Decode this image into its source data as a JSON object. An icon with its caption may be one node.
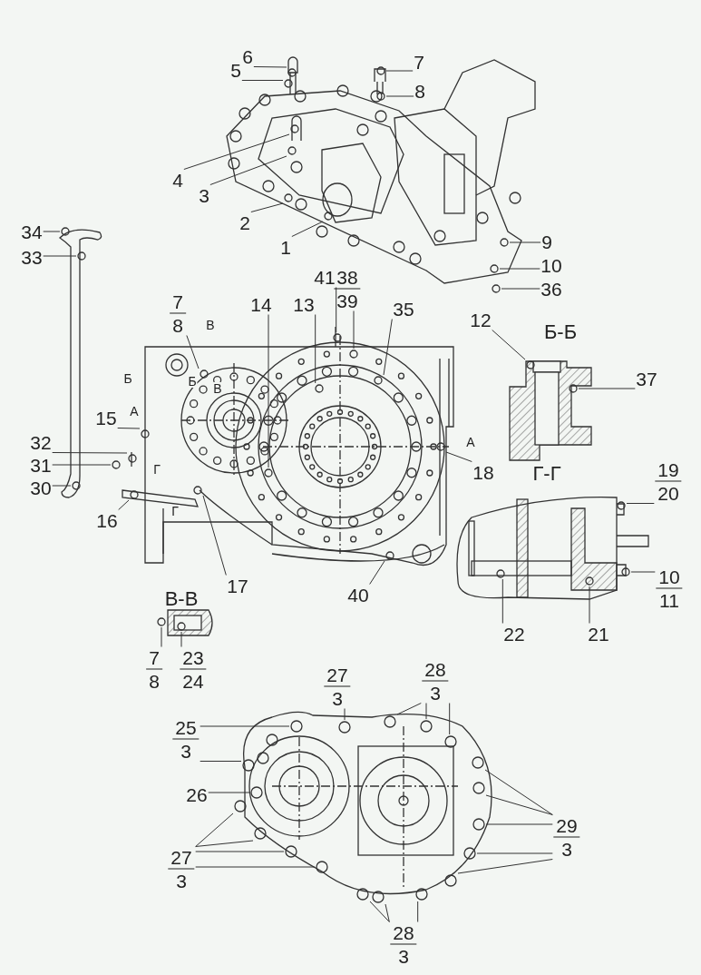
{
  "diagram": {
    "nodes": [
      {
        "text": [
          "6"
        ]
      },
      {
        "text": [
          "5"
        ]
      },
      {
        "text": [
          "7"
        ]
      },
      {
        "text": [
          "8"
        ]
      },
      {
        "text": [
          "4"
        ]
      },
      {
        "text": [
          "3"
        ]
      },
      {
        "text": [
          "2"
        ]
      },
      {
        "text": [
          "1"
        ]
      },
      {
        "text": [
          "34"
        ]
      },
      {
        "text": [
          "33"
        ]
      },
      {
        "text": [
          "9"
        ]
      },
      {
        "text": [
          "10"
        ]
      },
      {
        "text": [
          "36"
        ]
      },
      {
        "text": [
          "41"
        ]
      },
      {
        "text": [
          "38",
          "39"
        ]
      },
      {
        "text": [
          "7",
          "8"
        ]
      },
      {
        "text": [
          "14"
        ]
      },
      {
        "text": [
          "13"
        ]
      },
      {
        "text": [
          "35"
        ]
      },
      {
        "text": [
          "12"
        ]
      },
      {
        "text": [
          "37"
        ]
      },
      {
        "text": [
          "15"
        ]
      },
      {
        "text": [
          "32"
        ]
      },
      {
        "text": [
          "31"
        ]
      },
      {
        "text": [
          "30"
        ]
      },
      {
        "text": [
          "18"
        ]
      },
      {
        "text": [
          "19",
          "20"
        ]
      },
      {
        "text": [
          "16"
        ]
      },
      {
        "text": [
          "17"
        ]
      },
      {
        "text": [
          "40"
        ]
      },
      {
        "text": [
          "10",
          "11"
        ]
      },
      {
        "text": [
          "22"
        ]
      },
      {
        "text": [
          "21"
        ]
      },
      {
        "text": [
          "7",
          "8"
        ]
      },
      {
        "text": [
          "23",
          "24"
        ]
      },
      {
        "text": [
          "27",
          "3"
        ]
      },
      {
        "text": [
          "28",
          "3"
        ]
      },
      {
        "text": [
          "25",
          "3"
        ]
      },
      {
        "text": [
          "26"
        ]
      },
      {
        "text": [
          "27",
          "3"
        ]
      },
      {
        "text": [
          "29",
          "3"
        ]
      },
      {
        "text": [
          "28",
          "3"
        ]
      },
      {
        "text": [],
        "shape": "circle"
      },
      {
        "text": [],
        "shape": "circle"
      },
      {
        "text": [],
        "shape": "circle"
      },
      {
        "text": [],
        "shape": "circle"
      },
      {
        "text": [],
        "shape": "circle"
      },
      {
        "text": [],
        "shape": "circle"
      },
      {
        "text": [],
        "shape": "circle"
      },
      {
        "text": [],
        "shape": "circle"
      },
      {
        "text": [],
        "shape": "circle"
      },
      {
        "text": [],
        "shape": "circle"
      },
      {
        "text": [],
        "shape": "circle"
      },
      {
        "text": [],
        "shape": "circle"
      },
      {
        "text": [],
        "shape": "circle"
      },
      {
        "text": [],
        "shape": "circle"
      },
      {
        "text": [],
        "shape": "circle"
      },
      {
        "text": [],
        "shape": "circle"
      },
      {
        "text": [],
        "shape": "circle"
      },
      {
        "text": [],
        "shape": "circle"
      },
      {
        "text": [],
        "shape": "circle"
      },
      {
        "text": [],
        "shape": "circle"
      },
      {
        "text": [],
        "shape": "circle"
      },
      {
        "text": [],
        "shape": "circle"
      },
      {
        "text": [],
        "shape": "circle"
      },
      {
        "text": [],
        "shape": "circle"
      },
      {
        "text": [],
        "shape": "circle"
      },
      {
        "text": [],
        "shape": "circle"
      },
      {
        "text": [],
        "shape": "circle"
      },
      {
        "text": [],
        "shape": "circle"
      },
      {
        "text": [],
        "shape": "circle"
      },
      {
        "text": [],
        "shape": "circle"
      },
      {
        "text": [],
        "shape": "circle"
      },
      {
        "text": [],
        "shape": "circle"
      },
      {
        "text": [],
        "shape": "circle"
      },
      {
        "text": [],
        "shape": "circle"
      },
      {
        "text": [],
        "shape": "circle"
      },
      {
        "text": [],
        "shape": "circle"
      },
      {
        "text": [],
        "shape": "circle"
      },
      {
        "text": [],
        "shape": "circle"
      },
      {
        "text": [],
        "shape": "circle"
      },
      {
        "text": [],
        "shape": "circle"
      },
      {
        "text": [],
        "shape": "circle"
      },
      {
        "text": [],
        "shape": "circle"
      },
      {
        "text": [],
        "shape": "circle"
      },
      {
        "text": [],
        "shape": "circle"
      },
      {
        "text": [],
        "shape": "circle"
      },
      {
        "text": [],
        "shape": "circle"
      },
      {
        "text": [],
        "shape": "circle"
      },
      {
        "text": [],
        "shape": "circle"
      },
      {
        "text": [],
        "shape": "circle"
      },
      {
        "text": [],
        "shape": "circle"
      },
      {
        "text": [],
        "shape": "circle"
      },
      {
        "text": [],
        "shape": "circle"
      },
      {
        "text": [],
        "shape": "circle"
      },
      {
        "text": [],
        "shape": "circle"
      }
    ],
    "edges": [
      {
        "from": 0,
        "to": 42,
        "arrow": "none"
      },
      {
        "from": 1,
        "to": 43,
        "arrow": "none"
      },
      {
        "from": 2,
        "to": 44,
        "arrow": "none"
      },
      {
        "from": 3,
        "to": 45,
        "arrow": "none"
      },
      {
        "from": 4,
        "to": 46,
        "arrow": "none"
      },
      {
        "from": 5,
        "to": 47,
        "arrow": "none"
      },
      {
        "from": 6,
        "to": 48,
        "arrow": "none"
      },
      {
        "from": 7,
        "to": 49,
        "arrow": "none"
      },
      {
        "from": 8,
        "to": 50,
        "arrow": "none"
      },
      {
        "from": 9,
        "to": 51,
        "arrow": "none"
      },
      {
        "from": 10,
        "to": 52,
        "arrow": "none"
      },
      {
        "from": 11,
        "to": 53,
        "arrow": "none"
      },
      {
        "from": 12,
        "to": 54,
        "arrow": "none"
      },
      {
        "from": 13,
        "to": 55,
        "arrow": "none"
      },
      {
        "from": 14,
        "to": 56,
        "arrow": "none"
      },
      {
        "from": 15,
        "to": 57,
        "arrow": "none"
      },
      {
        "from": 16,
        "to": 58,
        "arrow": "none"
      },
      {
        "from": 17,
        "to": 59,
        "arrow": "none"
      },
      {
        "from": 18,
        "to": 60,
        "arrow": "none"
      },
      {
        "from": 19,
        "to": 61,
        "arrow": "none"
      },
      {
        "from": 20,
        "to": 62,
        "arrow": "none"
      },
      {
        "from": 21,
        "to": 63,
        "arrow": "none"
      },
      {
        "from": 22,
        "to": 64,
        "arrow": "none"
      },
      {
        "from": 23,
        "to": 65,
        "arrow": "none"
      },
      {
        "from": 24,
        "to": 66,
        "arrow": "none"
      },
      {
        "from": 25,
        "to": 67,
        "arrow": "none"
      },
      {
        "from": 26,
        "to": 68,
        "arrow": "none"
      },
      {
        "from": 27,
        "to": 69,
        "arrow": "none"
      },
      {
        "from": 28,
        "to": 70,
        "arrow": "none"
      },
      {
        "from": 29,
        "to": 71,
        "arrow": "none"
      },
      {
        "from": 30,
        "to": 72,
        "arrow": "none"
      },
      {
        "from": 31,
        "to": 73,
        "arrow": "none"
      },
      {
        "from": 32,
        "to": 74,
        "arrow": "none"
      },
      {
        "from": 33,
        "to": 75,
        "arrow": "none"
      },
      {
        "from": 34,
        "to": 76,
        "arrow": "none"
      },
      {
        "from": 35,
        "to": 77,
        "arrow": "none"
      },
      {
        "from": 36,
        "to": 78,
        "arrow": "none"
      },
      {
        "from": 36,
        "to": 79,
        "arrow": "none"
      },
      {
        "from": 36,
        "to": 80,
        "arrow": "none"
      },
      {
        "from": 37,
        "to": 81,
        "arrow": "none"
      },
      {
        "from": 37,
        "to": 82,
        "arrow": "none"
      },
      {
        "from": 38,
        "to": 83,
        "arrow": "none"
      },
      {
        "from": 39,
        "to": 84,
        "arrow": "none"
      },
      {
        "from": 39,
        "to": 85,
        "arrow": "none"
      },
      {
        "from": 39,
        "to": 86,
        "arrow": "none"
      },
      {
        "from": 39,
        "to": 87,
        "arrow": "none"
      },
      {
        "from": 40,
        "to": 88,
        "arrow": "none"
      },
      {
        "from": 40,
        "to": 89,
        "arrow": "none"
      },
      {
        "from": 40,
        "to": 90,
        "arrow": "none"
      },
      {
        "from": 40,
        "to": 91,
        "arrow": "none"
      },
      {
        "from": 40,
        "to": 92,
        "arrow": "none"
      },
      {
        "from": 41,
        "to": 93,
        "arrow": "none"
      },
      {
        "from": 41,
        "to": 94,
        "arrow": "none"
      },
      {
        "from": 41,
        "to": 95,
        "arrow": "none"
      }
    ],
    "labels": [
      "Б-Б",
      "В",
      "Б",
      "Б",
      "В",
      "А",
      "Г",
      "А",
      "Г",
      "Г-Г",
      "В-В"
    ]
  }
}
